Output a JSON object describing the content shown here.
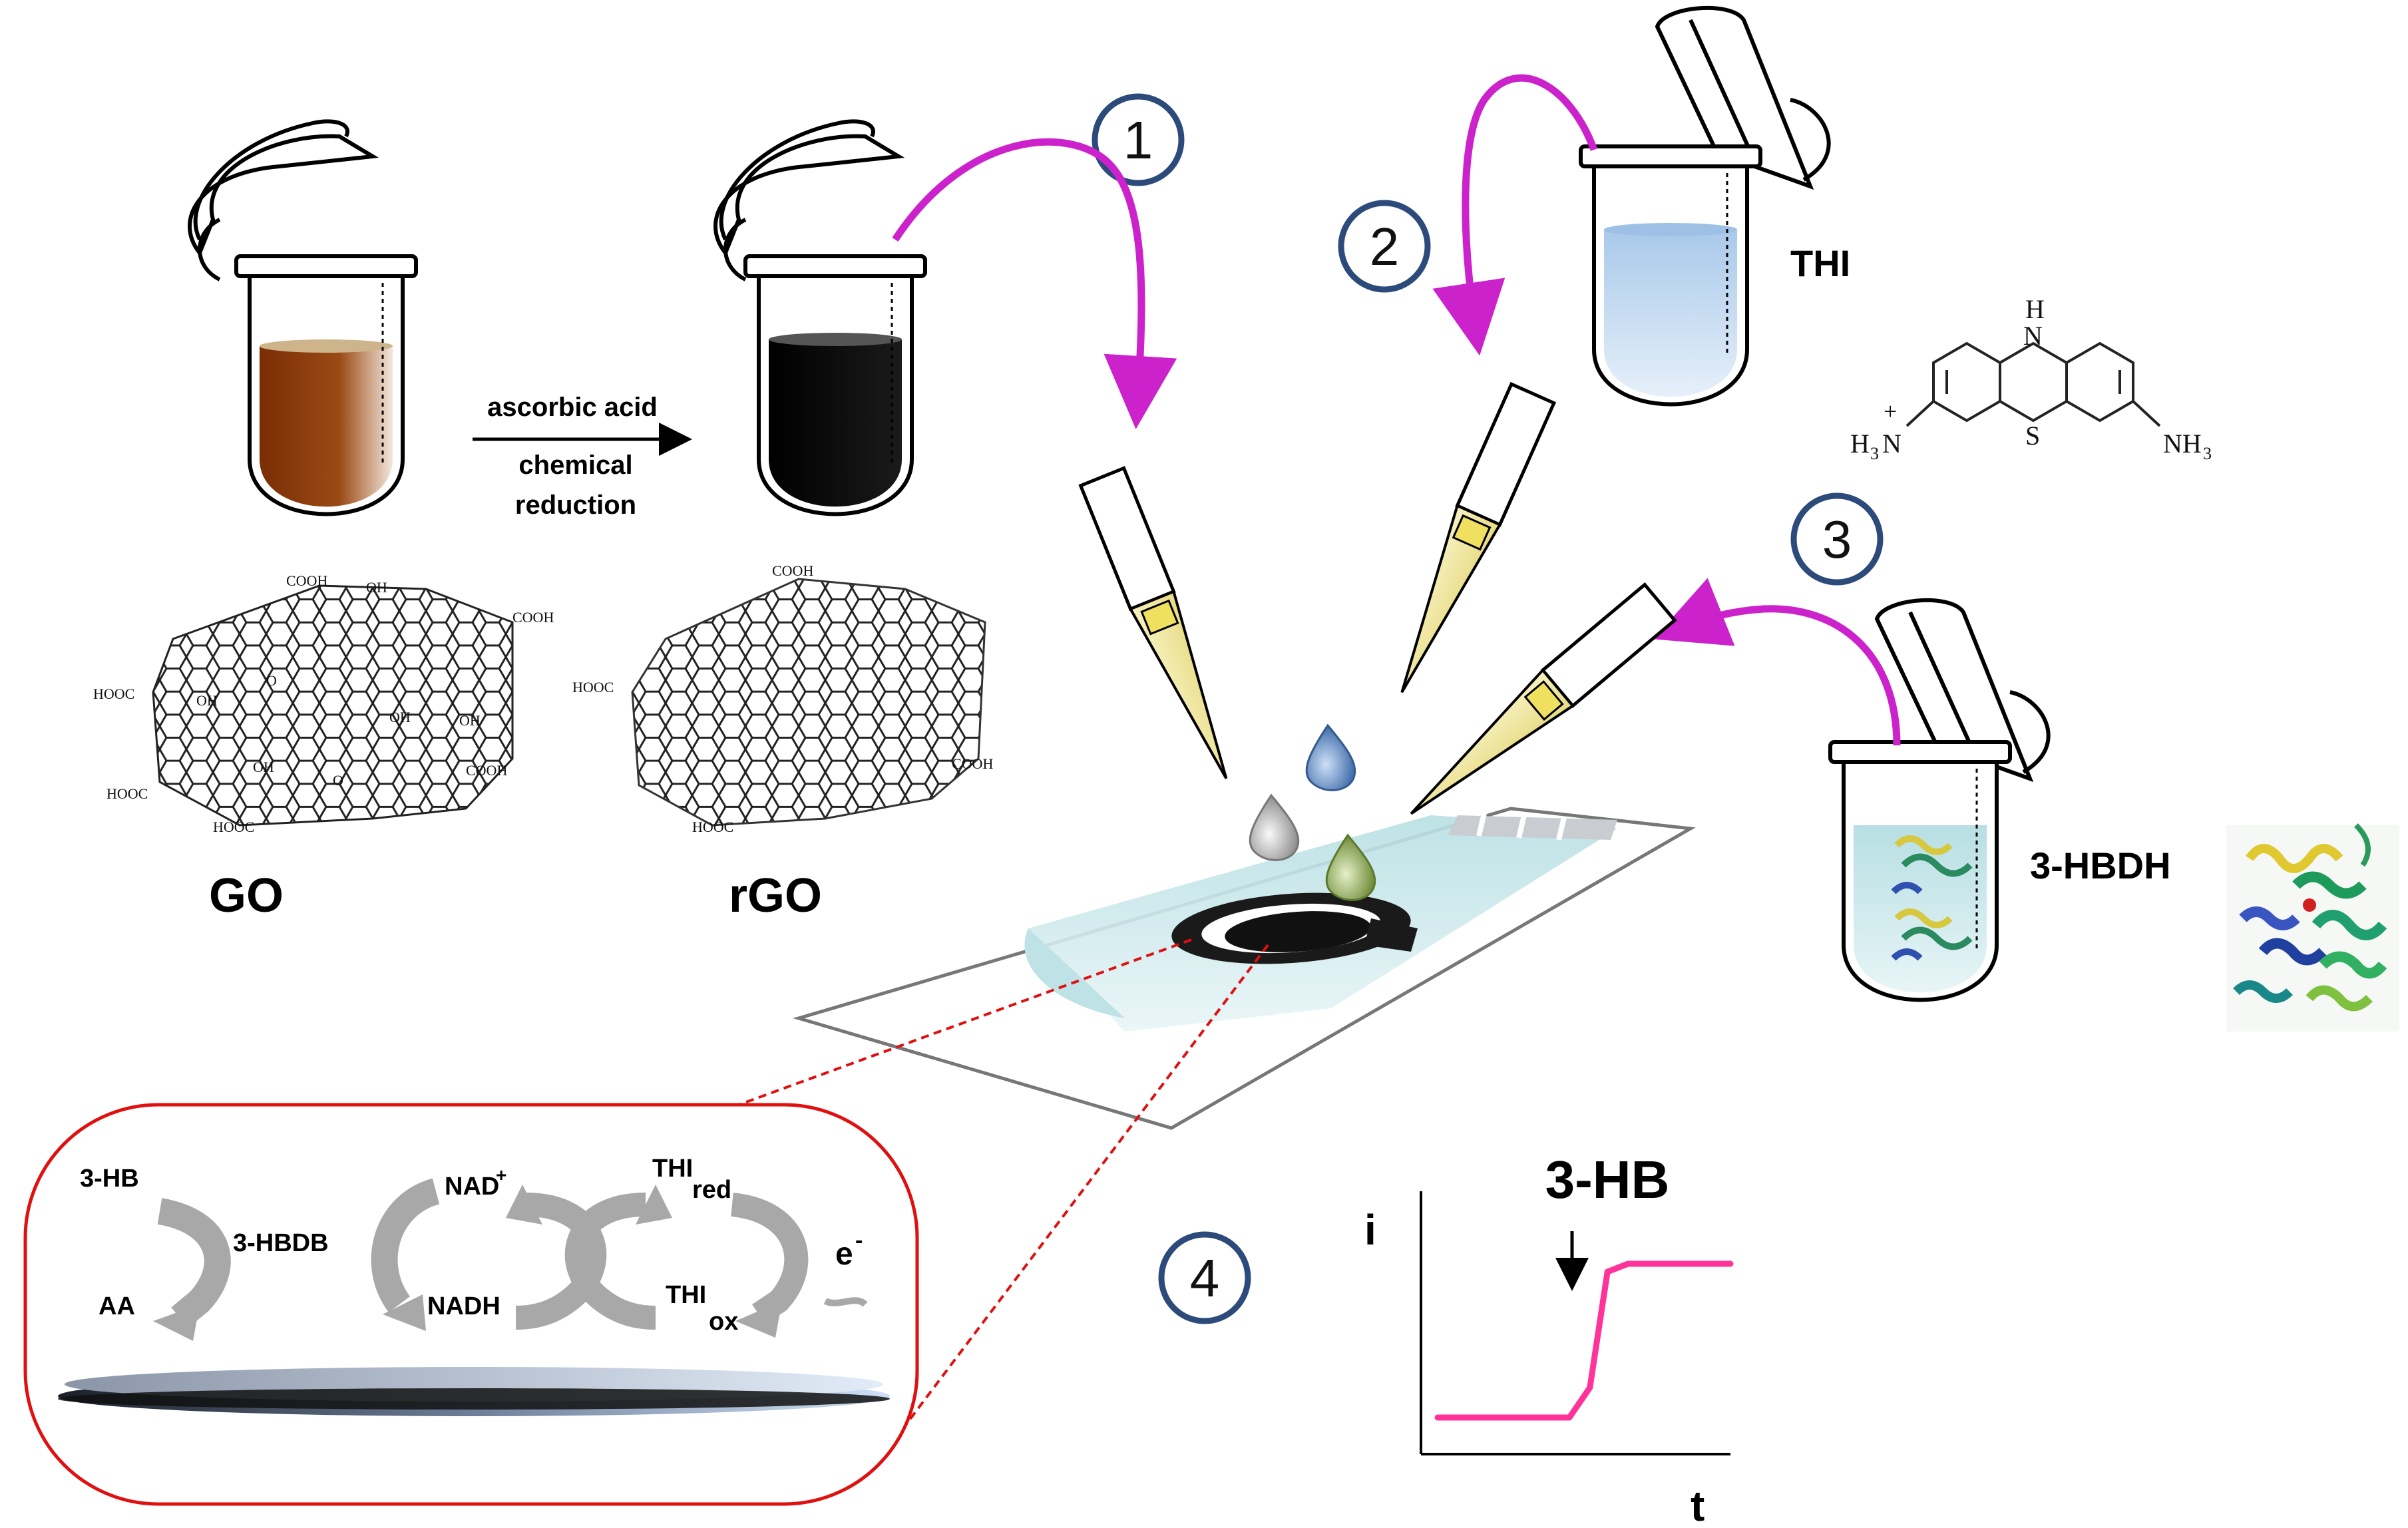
{
  "steps": {
    "one": "1",
    "two": "2",
    "three": "3",
    "four": "4"
  },
  "labels": {
    "go": "GO",
    "rgo": "rGO",
    "thi": "THI",
    "hbdh": "3-HBDH",
    "reaction_top": "ascorbic acid",
    "reaction_bottom_1": "chemical",
    "reaction_bottom_2": "reduction"
  },
  "molecule": {
    "nh_top": "H",
    "n_top": "N",
    "h3n": "H",
    "h3n_sub": "3",
    "h3n_n": "N",
    "plus": "+",
    "s": "S",
    "nh3": "NH",
    "nh3_sub": "3"
  },
  "go_groups": {
    "cooh": "COOH",
    "hooc": "HOOC",
    "oh": "OH",
    "o": "O"
  },
  "mechanism": {
    "hb": "3-HB",
    "aa": "AA",
    "hbdb": "3-HBDB",
    "nad": "NAD",
    "nad_sup": "+",
    "nadh": "NADH",
    "thi_red": "THI",
    "red": "red",
    "thi_ox": "THI",
    "ox": "ox",
    "e": "e",
    "e_sup": "-"
  },
  "chart_data": {
    "type": "line",
    "title": "3-HB",
    "xlabel": "t",
    "ylabel": "i",
    "annotation": "3-HB added (arrow)",
    "series": [
      {
        "values": [
          [
            0,
            0.05
          ],
          [
            0.45,
            0.05
          ],
          [
            0.52,
            0.2
          ],
          [
            0.58,
            0.78
          ],
          [
            0.65,
            0.82
          ],
          [
            1.0,
            0.82
          ]
        ]
      }
    ],
    "xlim": [
      0,
      1
    ],
    "ylim": [
      0,
      1
    ],
    "grid": false
  },
  "colors": {
    "magenta": "#cc22cc",
    "navy": "#2c4a7a",
    "go_brown": "#8b3a0a",
    "thi_blue": "#b8d4ee",
    "strip": "#bfe2e6",
    "pink": "#ff3399",
    "red": "#e01010",
    "tip_yellow": "#f3ecb0"
  }
}
